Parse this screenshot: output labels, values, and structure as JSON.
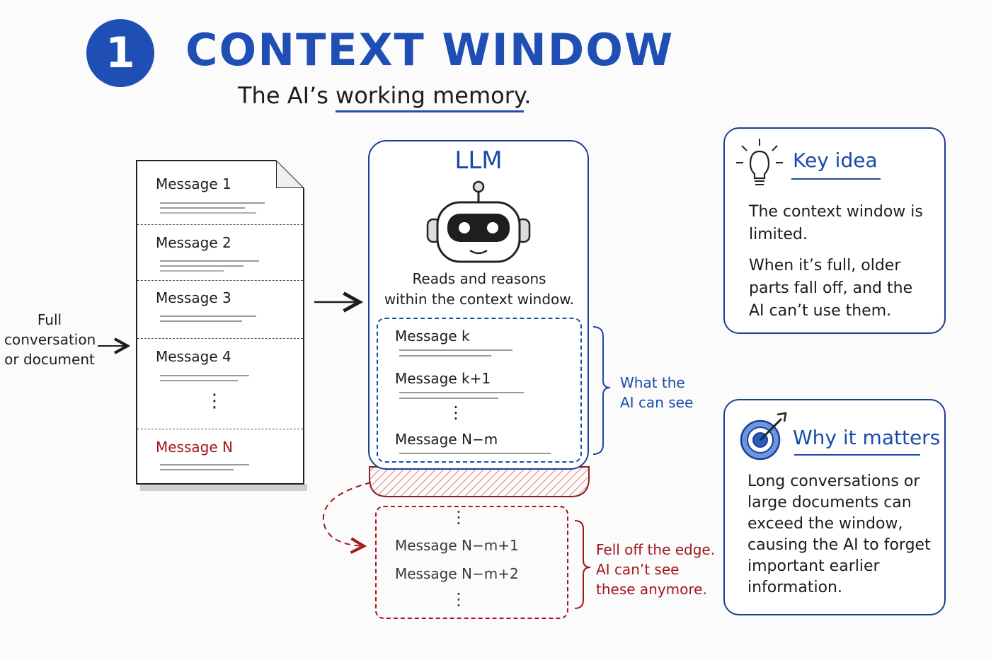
{
  "header": {
    "number": "1",
    "title": "CONTEXT WINDOW",
    "subtitle_pre": "The AI’s ",
    "subtitle_underlined": "working memory",
    "subtitle_post": "."
  },
  "input_label": {
    "line1": "Full",
    "line2": "conversation",
    "line3": "or document"
  },
  "document": {
    "messages": [
      "Message 1",
      "Message 2",
      "Message 3",
      "Message 4"
    ],
    "ellipsis": "⋮",
    "last_message": "Message N"
  },
  "llm": {
    "title": "LLM",
    "caption_line1": "Reads and reasons",
    "caption_line2": "within the context window.",
    "window_messages": [
      "Message k",
      "Message k+1",
      "Message N−m"
    ],
    "ellipsis": "⋮"
  },
  "visible_note": {
    "line1": "What the",
    "line2": "AI can see"
  },
  "fell_off": {
    "messages": [
      "Message N−m+1",
      "Message N−m+2"
    ],
    "ellipsis": "⋮",
    "line1": "Fell off the edge.",
    "line2": "AI can’t see",
    "line3": "these anymore."
  },
  "key_idea": {
    "title": "Key idea",
    "paragraph1": "The context window is limited.",
    "paragraph2": "When it’s full, older parts fall off, and the AI can’t use them."
  },
  "why_it_matters": {
    "title": "Why it matters",
    "paragraph": "Long conversations or large documents can exceed the window, causing the AI to forget important earlier information."
  },
  "colors": {
    "accent_blue": "#1f4fb5",
    "dark_blue": "#1a3f8f",
    "warning_red": "#a3161b"
  }
}
